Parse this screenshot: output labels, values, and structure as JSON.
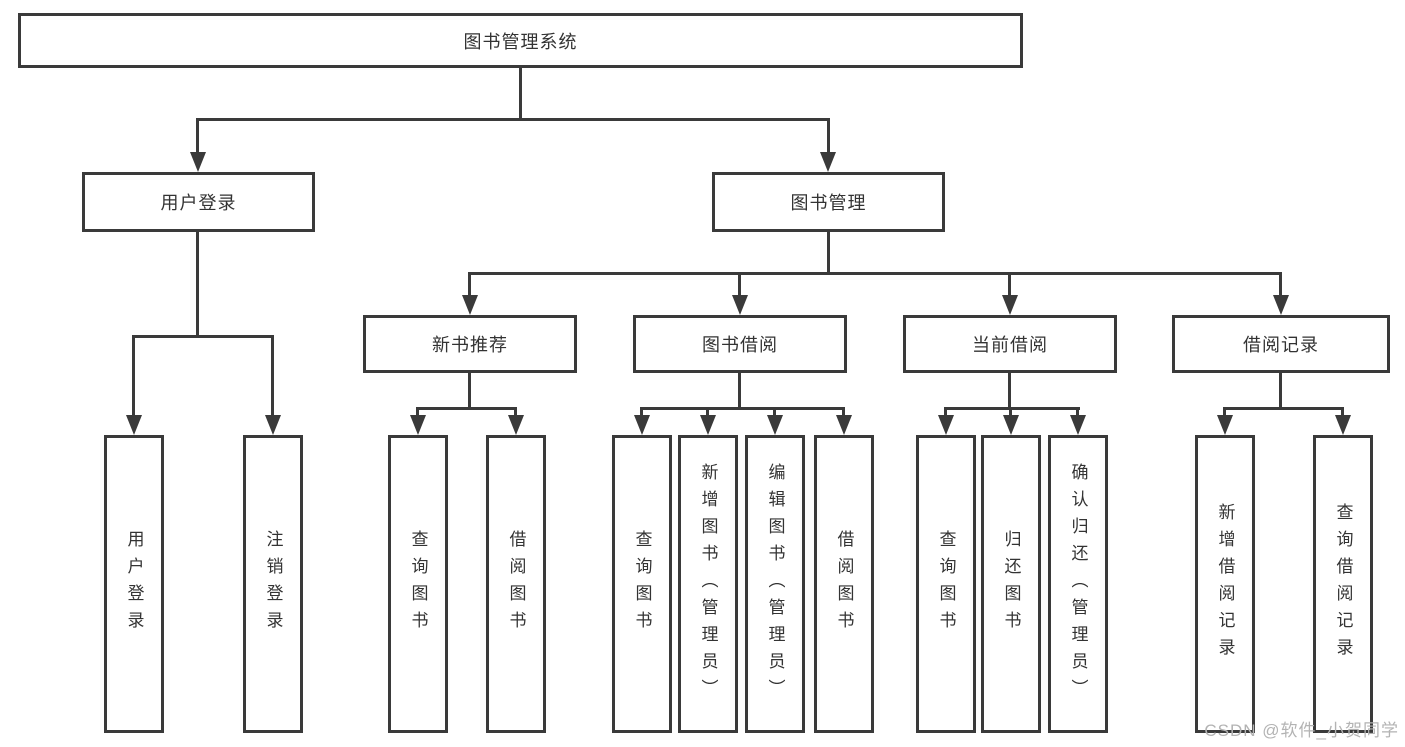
{
  "colors": {
    "line": "#3a3a3a",
    "text": "#333333",
    "background": "#ffffff",
    "watermark": "#b3b3b3"
  },
  "nodes": {
    "root": {
      "label": "图书管理系统"
    },
    "level2": {
      "user_login": {
        "label": "用户登录"
      },
      "book_management": {
        "label": "图书管理"
      }
    },
    "level3": {
      "new_book_recommend": {
        "label": "新书推荐"
      },
      "book_borrowing": {
        "label": "图书借阅"
      },
      "current_borrowing": {
        "label": "当前借阅"
      },
      "borrowing_records": {
        "label": "借阅记录"
      }
    },
    "leaves": {
      "user_login_leaf": {
        "label": "用户登录"
      },
      "logout_leaf": {
        "label": "注销登录"
      },
      "recommend_query_books": {
        "label": "查询图书"
      },
      "recommend_borrow_books": {
        "label": "借阅图书"
      },
      "borrowing_query_books": {
        "label": "查询图书"
      },
      "borrowing_add_books_admin": {
        "label": "新增图书（管理员）"
      },
      "borrowing_edit_books_admin": {
        "label": "编辑图书（管理员）"
      },
      "borrowing_borrow_books": {
        "label": "借阅图书"
      },
      "current_query_books": {
        "label": "查询图书"
      },
      "current_return_books": {
        "label": "归还图书"
      },
      "current_confirm_return_admin": {
        "label": "确认归还（管理员）"
      },
      "records_add_record": {
        "label": "新增借阅记录"
      },
      "records_query_record": {
        "label": "查询借阅记录"
      }
    }
  },
  "watermark": {
    "text": "CSDN @软件_小贺同学"
  }
}
